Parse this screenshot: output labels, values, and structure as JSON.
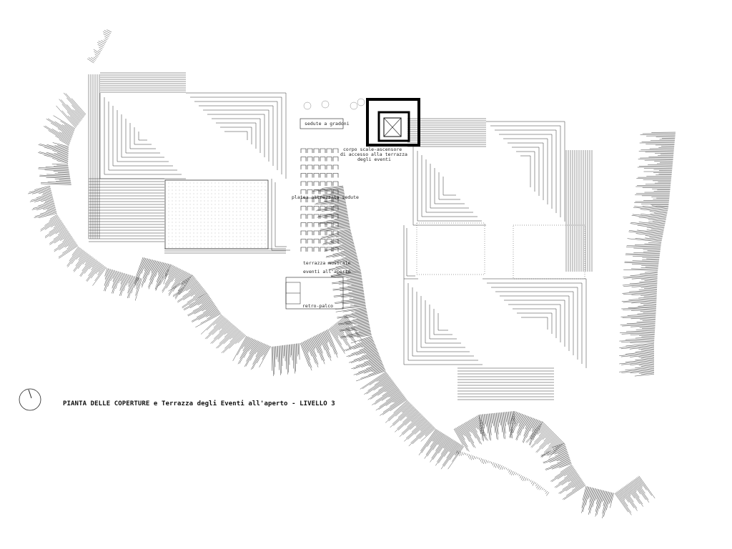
{
  "drawing": {
    "title": "PIANTA DELLE COPERTURE e Terrazza degli Eventi all'aperto - LIVELLO 3",
    "north_arrow_icon": "north-arrow-icon"
  },
  "labels": {
    "sedute": "sedute a gradoni",
    "corpo_line1": "corpo scale-ascensore",
    "corpo_line2": "di accesso alla terrazza",
    "corpo_line3": "degli eventi",
    "platea": "platea attrezzata sedute",
    "terrazza_line1": "terrazza musicale",
    "terrazza_line2": "eventi all'aperto",
    "retro_palco": "retro-palco"
  },
  "colors": {
    "line": "#222222",
    "background": "#ffffff",
    "wall": "#000000"
  }
}
